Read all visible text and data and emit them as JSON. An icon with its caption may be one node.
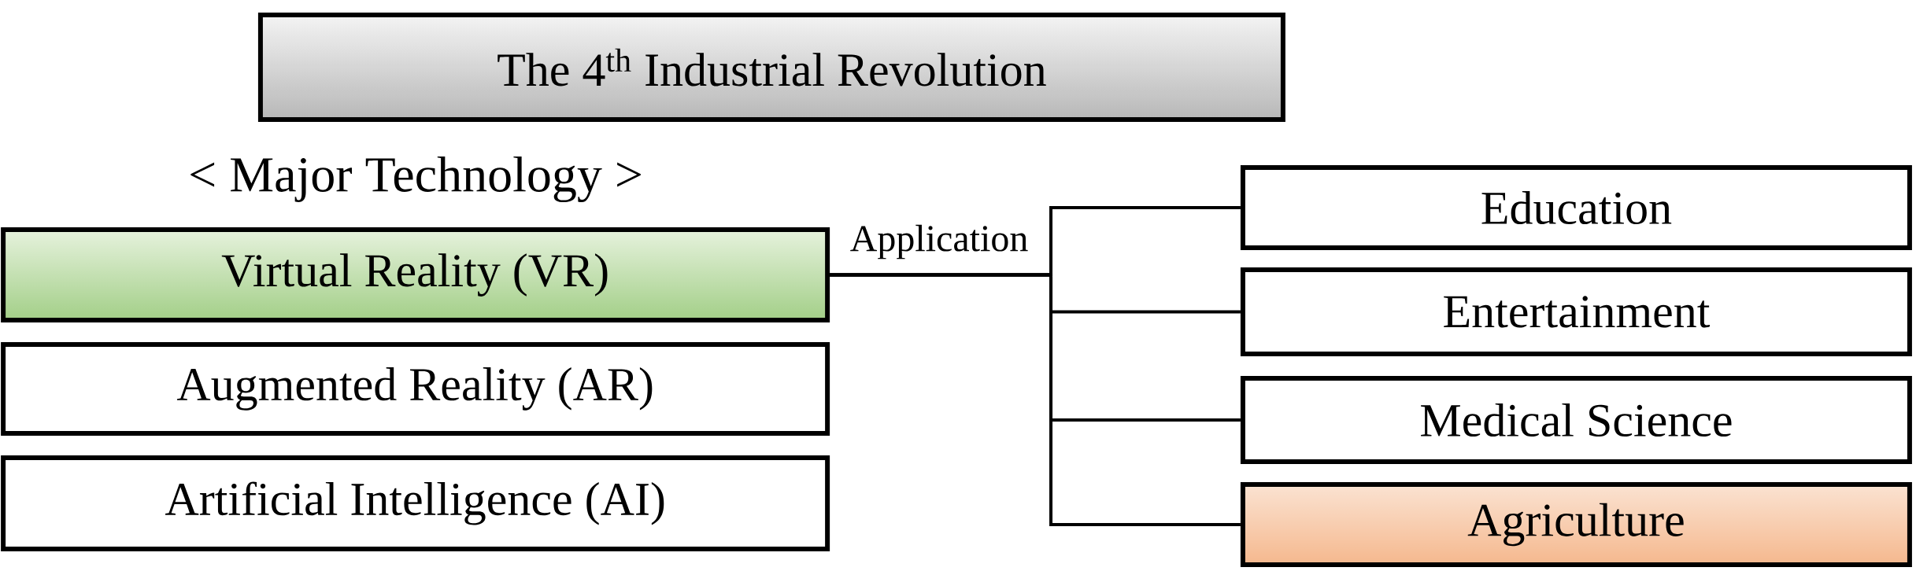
{
  "diagram": {
    "nodes": [
      {
        "text": [
          "The 4$^{th}$ Industrial Revolution"
        ]
      },
      {
        "text": [
          "Virtual Reality (VR)"
        ]
      },
      {
        "text": [
          "Augmented Reality (AR)"
        ]
      },
      {
        "text": [
          "Artificial Intelligence (AI)"
        ]
      },
      {
        "text": [
          "Education"
        ]
      },
      {
        "text": [
          "Entertainment"
        ]
      },
      {
        "text": [
          "Medical Science"
        ]
      },
      {
        "text": [
          "Agriculture"
        ]
      }
    ],
    "edges": [
      {
        "from": 1,
        "to": 4,
        "arrow": "none",
        "label": "Application"
      },
      {
        "from": 1,
        "to": 5,
        "arrow": "none"
      },
      {
        "from": 1,
        "to": 6,
        "arrow": "none"
      },
      {
        "from": 1,
        "to": 7,
        "arrow": "none"
      }
    ],
    "labels": [
      "< Major Technology >"
    ]
  }
}
